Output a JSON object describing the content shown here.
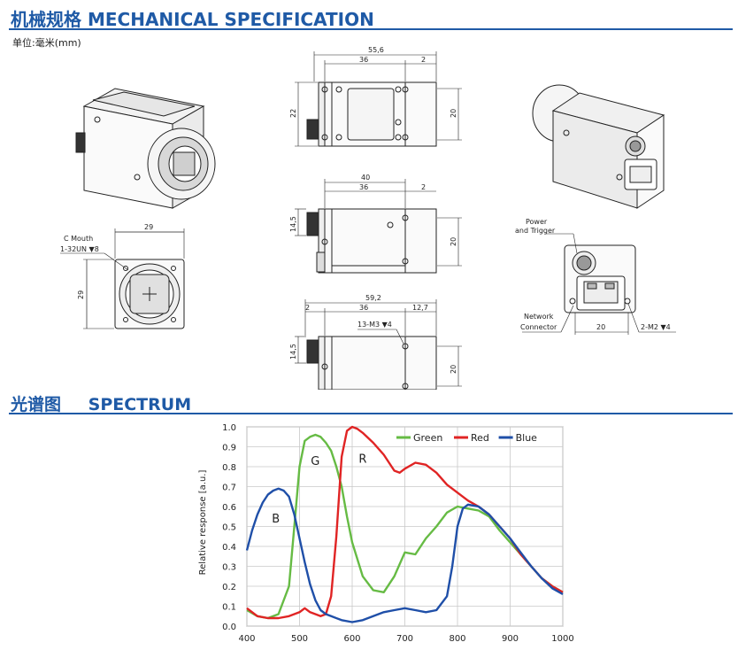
{
  "sections": {
    "mechanical": {
      "zh": "机械规格",
      "en": "MECHANICAL SPECIFICATION"
    },
    "spectrum": {
      "zh": "光谱图",
      "en": "SPECTRUM"
    }
  },
  "unit_label": "单位:毫米(mm)",
  "front_view": {
    "width": "29",
    "height": "29",
    "mount_line1": "C Mouth",
    "mount_line2": "1-32UN ▼8"
  },
  "top_view": {
    "total": "55,6",
    "body": "36",
    "offset": "2",
    "left_h": "22",
    "right_h": "20"
  },
  "side_view": {
    "total": "40",
    "body": "36",
    "offset": "2",
    "left_h": "14,5",
    "right_h": "20"
  },
  "bottom_view": {
    "total": "59,2",
    "front": "2",
    "body": "36",
    "rear": "12,7",
    "thread": "13-M3 ▼4",
    "left_h": "14,5",
    "right_h": "20"
  },
  "rear_view": {
    "power_line1": "Power",
    "power_line2": "and Trigger",
    "net_line1": "Network",
    "net_line2": "Connector",
    "width": "20",
    "thread": "2-M2 ▼4"
  },
  "chart_data": {
    "type": "line",
    "xlabel": "",
    "ylabel": "Relative response [a.u.]",
    "xlim": [
      400,
      1000
    ],
    "ylim": [
      0,
      1.0
    ],
    "xticks": [
      400,
      500,
      600,
      700,
      800,
      900,
      1000
    ],
    "yticks": [
      0.0,
      0.1,
      0.2,
      0.3,
      0.4,
      0.5,
      0.6,
      0.7,
      0.8,
      0.9,
      1.0
    ],
    "grid": true,
    "legend": "top-right",
    "annotations": [
      {
        "text": "B",
        "x": 455,
        "y": 0.52
      },
      {
        "text": "G",
        "x": 530,
        "y": 0.81
      },
      {
        "text": "R",
        "x": 620,
        "y": 0.82
      }
    ],
    "series": [
      {
        "name": "Green",
        "color": "#66bb44",
        "x": [
          400,
          420,
          440,
          460,
          480,
          490,
          500,
          510,
          520,
          530,
          540,
          550,
          560,
          570,
          580,
          590,
          600,
          620,
          640,
          660,
          680,
          700,
          720,
          740,
          760,
          780,
          800,
          820,
          840,
          860,
          880,
          900,
          920,
          940,
          960,
          980,
          1000
        ],
        "y": [
          0.08,
          0.05,
          0.04,
          0.06,
          0.2,
          0.5,
          0.8,
          0.93,
          0.95,
          0.96,
          0.95,
          0.92,
          0.88,
          0.8,
          0.7,
          0.55,
          0.42,
          0.25,
          0.18,
          0.17,
          0.25,
          0.37,
          0.36,
          0.44,
          0.5,
          0.57,
          0.6,
          0.59,
          0.58,
          0.55,
          0.48,
          0.42,
          0.36,
          0.3,
          0.24,
          0.2,
          0.17
        ]
      },
      {
        "name": "Red",
        "color": "#e02424",
        "x": [
          400,
          420,
          440,
          460,
          480,
          500,
          510,
          520,
          530,
          540,
          550,
          560,
          570,
          580,
          590,
          600,
          610,
          620,
          640,
          660,
          680,
          690,
          700,
          720,
          740,
          760,
          780,
          800,
          820,
          840,
          860,
          880,
          900,
          920,
          940,
          960,
          980,
          1000
        ],
        "y": [
          0.09,
          0.05,
          0.04,
          0.04,
          0.05,
          0.07,
          0.09,
          0.07,
          0.06,
          0.05,
          0.06,
          0.15,
          0.45,
          0.85,
          0.98,
          1.0,
          0.99,
          0.97,
          0.92,
          0.86,
          0.78,
          0.77,
          0.79,
          0.82,
          0.81,
          0.77,
          0.71,
          0.67,
          0.63,
          0.6,
          0.56,
          0.5,
          0.44,
          0.36,
          0.3,
          0.24,
          0.2,
          0.17
        ]
      },
      {
        "name": "Blue",
        "color": "#1f4fa8",
        "x": [
          400,
          410,
          420,
          430,
          440,
          450,
          460,
          470,
          480,
          490,
          500,
          510,
          520,
          530,
          540,
          550,
          560,
          580,
          600,
          620,
          640,
          660,
          680,
          700,
          720,
          740,
          760,
          780,
          790,
          800,
          810,
          820,
          840,
          860,
          880,
          900,
          920,
          940,
          960,
          980,
          1000
        ],
        "y": [
          0.38,
          0.48,
          0.56,
          0.62,
          0.66,
          0.68,
          0.69,
          0.68,
          0.65,
          0.56,
          0.44,
          0.32,
          0.21,
          0.13,
          0.08,
          0.06,
          0.05,
          0.03,
          0.02,
          0.03,
          0.05,
          0.07,
          0.08,
          0.09,
          0.08,
          0.07,
          0.08,
          0.15,
          0.3,
          0.5,
          0.59,
          0.61,
          0.6,
          0.56,
          0.5,
          0.44,
          0.37,
          0.3,
          0.24,
          0.19,
          0.16
        ]
      }
    ]
  }
}
